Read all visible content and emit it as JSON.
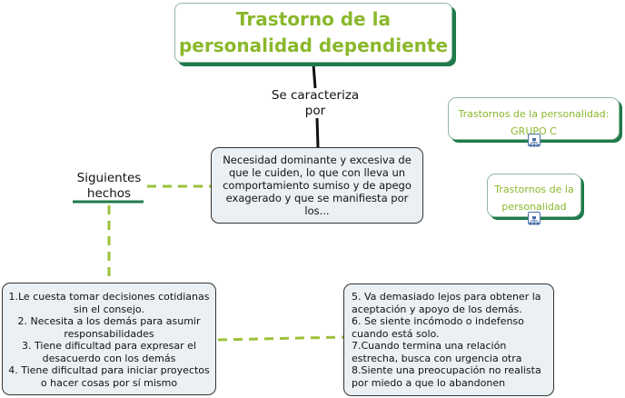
{
  "title": "Trastorno de la personalidad dependiente",
  "connector_label": "Se caracteriza por",
  "description": "Necesidad dominante y excesiva de que le cuiden, lo que con lleva un comportamiento sumiso y de apego exagerado y que se manifiesta por los...",
  "branch_label": "Siguientes hechos",
  "facts_left": [
    "1.Le cuesta tomar decisiones cotidianas sin el consejo.",
    "2. Necesita a los demás para asumir responsabilidades",
    "3. Tiene dificultad para expresar el desacuerdo con los demás",
    "4. Tiene dificultad para iniciar proyectos o hacer cosas por sí mismo"
  ],
  "facts_right": [
    "5. Va demasiado lejos para obtener la aceptación y apoyo de los demás.",
    "6. Se siente incómodo o indefenso cuando está solo.",
    "7.Cuando termina una relación estrecha, busca con urgencia otra",
    "8.Siente una preocupación no realista por miedo a que lo abandonen"
  ],
  "related_maps": [
    {
      "label": "Trastornos de la personalidad: GRUPO C",
      "icon": "submap-icon"
    },
    {
      "label": "Trastornos de la personalidad",
      "icon": "submap-icon"
    }
  ],
  "colors": {
    "title_text": "#8ab82c",
    "accent_green": "#1f7a4a",
    "dashed_line": "#9bc23c",
    "box_fill": "#eaf0f4"
  }
}
